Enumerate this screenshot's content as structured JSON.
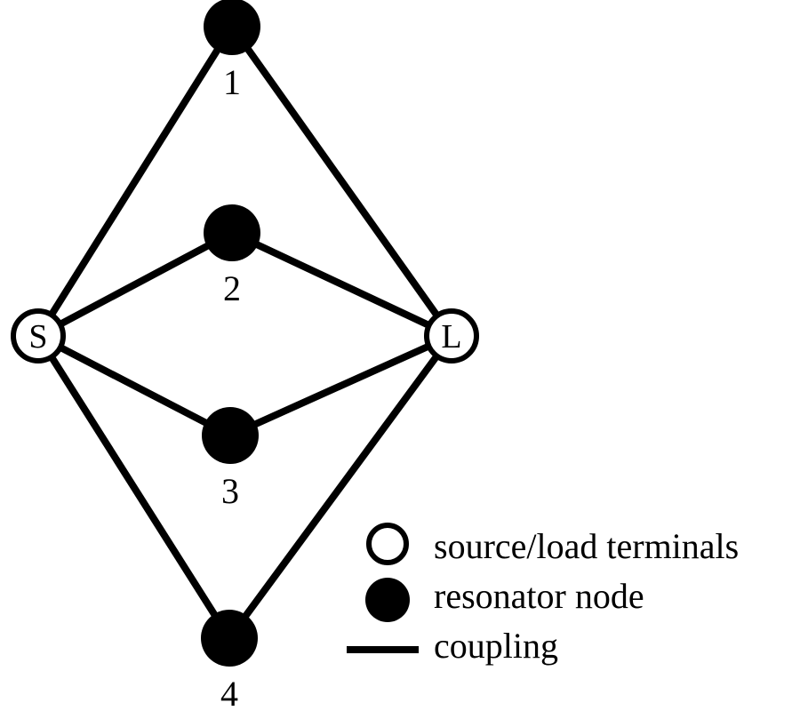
{
  "diagram": {
    "type": "coupling-topology",
    "colors": {
      "stroke": "#000000",
      "terminal_fill": "#ffffff",
      "resonator_fill": "#000000",
      "background": "#ffffff"
    },
    "terminals": [
      {
        "id": "S",
        "label": "S"
      },
      {
        "id": "L",
        "label": "L"
      }
    ],
    "resonators": [
      {
        "id": "1",
        "label": "1"
      },
      {
        "id": "2",
        "label": "2"
      },
      {
        "id": "3",
        "label": "3"
      },
      {
        "id": "4",
        "label": "4"
      }
    ],
    "couplings": [
      [
        "S",
        "1"
      ],
      [
        "1",
        "L"
      ],
      [
        "S",
        "2"
      ],
      [
        "2",
        "L"
      ],
      [
        "S",
        "3"
      ],
      [
        "3",
        "L"
      ],
      [
        "S",
        "4"
      ],
      [
        "4",
        "L"
      ]
    ]
  },
  "legend": {
    "items": [
      {
        "symbol": "open-circle",
        "label": "source/load terminals"
      },
      {
        "symbol": "filled-circle",
        "label": "resonator node"
      },
      {
        "symbol": "line",
        "label": "coupling"
      }
    ]
  }
}
